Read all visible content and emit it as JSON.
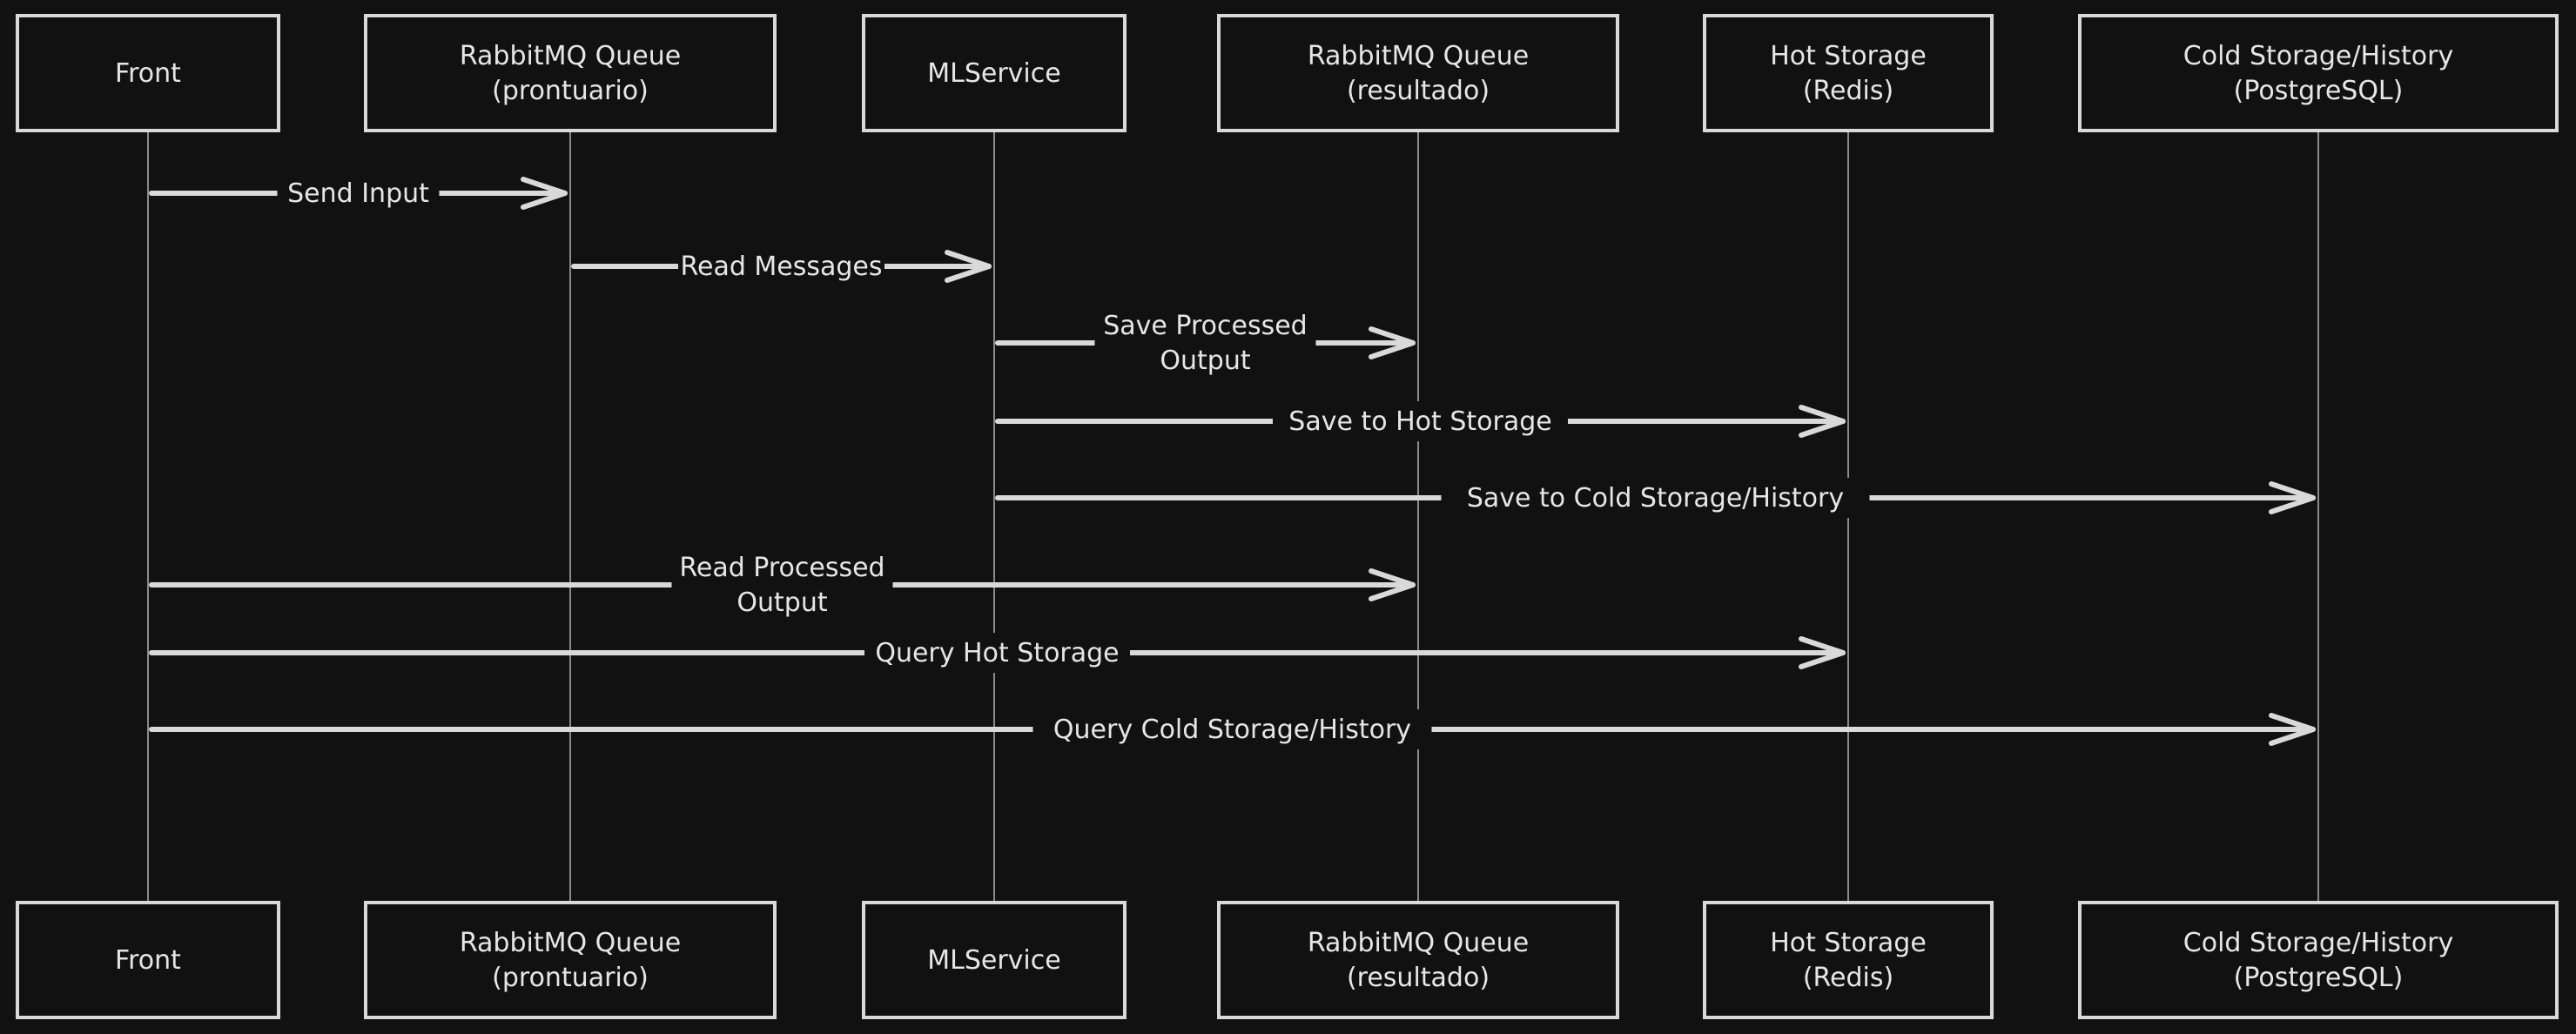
{
  "colors": {
    "background": "#111111",
    "stroke": "#d9d9d9",
    "text": "#e6e6e6",
    "lifeline": "#8a8a8a"
  },
  "participants": [
    {
      "id": "front",
      "lines": [
        "Front"
      ]
    },
    {
      "id": "queue-prontuario",
      "lines": [
        "RabbitMQ Queue",
        "(prontuario)"
      ]
    },
    {
      "id": "mlservice",
      "lines": [
        "MLService"
      ]
    },
    {
      "id": "queue-resultado",
      "lines": [
        "RabbitMQ Queue",
        "(resultado)"
      ]
    },
    {
      "id": "hot-storage",
      "lines": [
        "Hot Storage",
        "(Redis)"
      ]
    },
    {
      "id": "cold-storage",
      "lines": [
        "Cold Storage/History",
        "(PostgreSQL)"
      ]
    }
  ],
  "messages": [
    {
      "from": "front",
      "to": "queue-prontuario",
      "lines": [
        "Send Input"
      ]
    },
    {
      "from": "queue-prontuario",
      "to": "mlservice",
      "lines": [
        "Read Messages"
      ]
    },
    {
      "from": "mlservice",
      "to": "queue-resultado",
      "lines": [
        "Save Processed",
        "Output"
      ]
    },
    {
      "from": "mlservice",
      "to": "hot-storage",
      "lines": [
        "Save to Hot Storage"
      ]
    },
    {
      "from": "mlservice",
      "to": "cold-storage",
      "lines": [
        "Save to Cold Storage/History"
      ]
    },
    {
      "from": "front",
      "to": "queue-resultado",
      "lines": [
        "Read Processed",
        "Output"
      ]
    },
    {
      "from": "front",
      "to": "hot-storage",
      "lines": [
        "Query Hot Storage"
      ]
    },
    {
      "from": "front",
      "to": "cold-storage",
      "lines": [
        "Query Cold Storage/History"
      ]
    }
  ]
}
